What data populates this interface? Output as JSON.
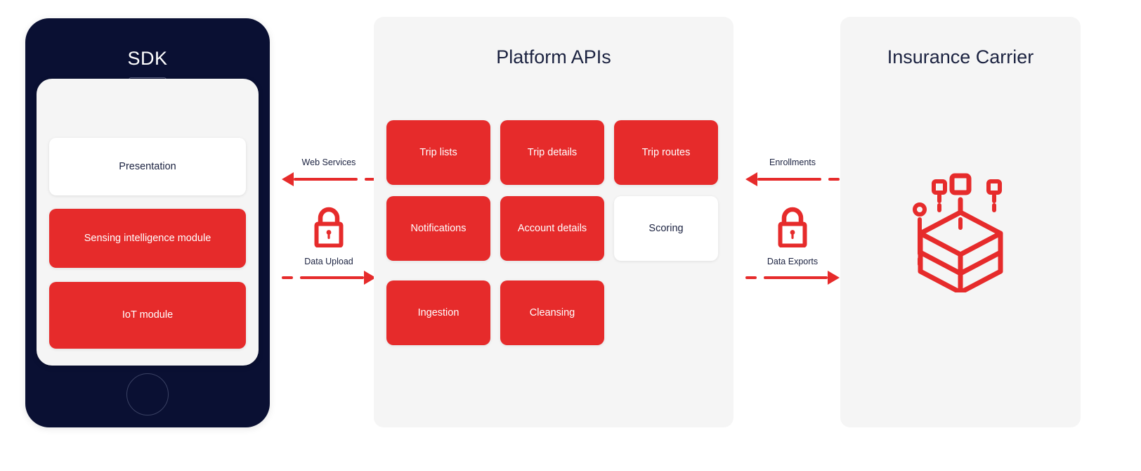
{
  "colors": {
    "accent_red": "#E62B2B",
    "navy": "#0A1033",
    "panel_bg": "#F5F5F5",
    "tile_light": "#FFFFFF",
    "text_dark": "#1B2240"
  },
  "sdk": {
    "title": "SDK",
    "layers": [
      {
        "label": "Presentation",
        "style": "light"
      },
      {
        "label": "Sensing intelligence module",
        "style": "accent"
      },
      {
        "label": "IoT module",
        "style": "accent"
      }
    ]
  },
  "flow_left": {
    "top_label": "Web Services",
    "top_direction": "left",
    "bottom_label": "Data Upload",
    "bottom_direction": "right",
    "lock_icon": "lock-icon"
  },
  "flow_right": {
    "top_label": "Enrollments",
    "top_direction": "left",
    "bottom_label": "Data Exports",
    "bottom_direction": "right",
    "lock_icon": "lock-icon"
  },
  "platform": {
    "title": "Platform APIs",
    "rows": [
      [
        {
          "label": "Trip lists",
          "style": "accent"
        },
        {
          "label": "Trip details",
          "style": "accent"
        },
        {
          "label": "Trip routes",
          "style": "accent"
        }
      ],
      [
        {
          "label": "Notifications",
          "style": "accent"
        },
        {
          "label": "Account details",
          "style": "accent"
        },
        {
          "label": "Scoring",
          "style": "light"
        }
      ],
      [
        {
          "label": "Ingestion",
          "style": "accent"
        },
        {
          "label": "Cleansing",
          "style": "accent"
        },
        {
          "label": "",
          "style": "ghost"
        }
      ]
    ]
  },
  "carrier": {
    "title": "Insurance Carrier",
    "icon": "network-cube-icon"
  }
}
